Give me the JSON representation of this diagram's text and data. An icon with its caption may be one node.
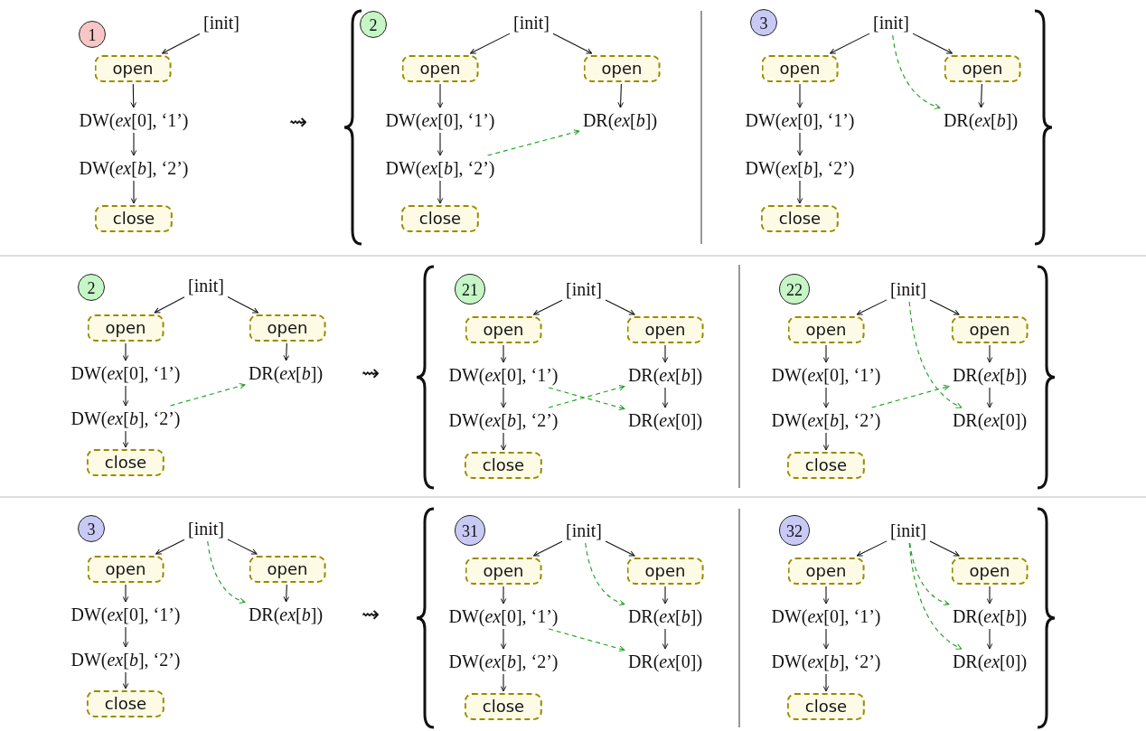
{
  "diagram": {
    "nodes": [
      {
        "text": [
          "1"
        ]
      },
      {
        "text": [
          "[init]"
        ]
      },
      {
        "text": [
          "open"
        ]
      },
      {
        "text": [
          "DW(*ex*[0], ‘1’)"
        ]
      },
      {
        "text": [
          "DW(*ex*[*b*], ‘2’)"
        ]
      },
      {
        "text": [
          "close"
        ]
      },
      {
        "text": [
          "2"
        ]
      },
      {
        "text": [
          "[init]"
        ]
      },
      {
        "text": [
          "open"
        ]
      },
      {
        "text": [
          "open"
        ]
      },
      {
        "text": [
          "DW(*ex*[0], ‘1’)"
        ]
      },
      {
        "text": [
          "DR(*ex*[*b*])"
        ]
      },
      {
        "text": [
          "DW(*ex*[*b*], ‘2’)"
        ]
      },
      {
        "text": [
          "close"
        ]
      },
      {
        "text": [
          "3"
        ]
      },
      {
        "text": [
          "[init]"
        ]
      },
      {
        "text": [
          "open"
        ]
      },
      {
        "text": [
          "open"
        ]
      },
      {
        "text": [
          "DW(*ex*[0], ‘1’)"
        ]
      },
      {
        "text": [
          "DR(*ex*[*b*])"
        ]
      },
      {
        "text": [
          "DW(*ex*[*b*], ‘2’)"
        ]
      },
      {
        "text": [
          "close"
        ]
      },
      {
        "text": [
          "2"
        ]
      },
      {
        "text": [
          "[init]"
        ]
      },
      {
        "text": [
          "open"
        ]
      },
      {
        "text": [
          "open"
        ]
      },
      {
        "text": [
          "DW(*ex*[0], ‘1’)"
        ]
      },
      {
        "text": [
          "DR(*ex*[*b*])"
        ]
      },
      {
        "text": [
          "DW(*ex*[*b*], ‘2’)"
        ]
      },
      {
        "text": [
          "close"
        ]
      },
      {
        "text": [
          "21"
        ]
      },
      {
        "text": [
          "[init]"
        ]
      },
      {
        "text": [
          "open"
        ]
      },
      {
        "text": [
          "open"
        ]
      },
      {
        "text": [
          "DW(*ex*[0], ‘1’)"
        ]
      },
      {
        "text": [
          "DR(*ex*[*b*])"
        ]
      },
      {
        "text": [
          "DW(*ex*[*b*], ‘2’)"
        ]
      },
      {
        "text": [
          "DR(*ex*[0])"
        ]
      },
      {
        "text": [
          "close"
        ]
      },
      {
        "text": [
          "22"
        ]
      },
      {
        "text": [
          "[init]"
        ]
      },
      {
        "text": [
          "open"
        ]
      },
      {
        "text": [
          "open"
        ]
      },
      {
        "text": [
          "DW(*ex*[0], ‘1’)"
        ]
      },
      {
        "text": [
          "DR(*ex*[*b*])"
        ]
      },
      {
        "text": [
          "DW(*ex*[*b*], ‘2’)"
        ]
      },
      {
        "text": [
          "DR(*ex*[0])"
        ]
      },
      {
        "text": [
          "close"
        ]
      },
      {
        "text": [
          "3"
        ]
      },
      {
        "text": [
          "[init]"
        ]
      },
      {
        "text": [
          "open"
        ]
      },
      {
        "text": [
          "open"
        ]
      },
      {
        "text": [
          "DW(*ex*[0], ‘1’)"
        ]
      },
      {
        "text": [
          "DR(*ex*[*b*])"
        ]
      },
      {
        "text": [
          "DW(*ex*[*b*], ‘2’)"
        ]
      },
      {
        "text": [
          "close"
        ]
      },
      {
        "text": [
          "31"
        ]
      },
      {
        "text": [
          "[init]"
        ]
      },
      {
        "text": [
          "open"
        ]
      },
      {
        "text": [
          "open"
        ]
      },
      {
        "text": [
          "DW(*ex*[0], ‘1’)"
        ]
      },
      {
        "text": [
          "DR(*ex*[*b*])"
        ]
      },
      {
        "text": [
          "DW(*ex*[*b*], ‘2’)"
        ]
      },
      {
        "text": [
          "DR(*ex*[0])"
        ]
      },
      {
        "text": [
          "close"
        ]
      },
      {
        "text": [
          "32"
        ]
      },
      {
        "text": [
          "[init]"
        ]
      },
      {
        "text": [
          "open"
        ]
      },
      {
        "text": [
          "open"
        ]
      },
      {
        "text": [
          "DW(*ex*[0], ‘1’)"
        ]
      },
      {
        "text": [
          "DR(*ex*[*b*])"
        ]
      },
      {
        "text": [
          "DW(*ex*[*b*], ‘2’)"
        ]
      },
      {
        "text": [
          "DR(*ex*[0])"
        ]
      },
      {
        "text": [
          "close"
        ]
      }
    ],
    "edges": [
      {
        "from": 1,
        "to": 2,
        "arrow": "to"
      },
      {
        "from": 2,
        "to": 3,
        "arrow": "to"
      },
      {
        "from": 3,
        "to": 4,
        "arrow": "to"
      },
      {
        "from": 4,
        "to": 5,
        "arrow": "to"
      },
      {
        "from": 7,
        "to": 8,
        "arrow": "to"
      },
      {
        "from": 7,
        "to": 9,
        "arrow": "to"
      },
      {
        "from": 8,
        "to": 10,
        "arrow": "to"
      },
      {
        "from": 9,
        "to": 11,
        "arrow": "to"
      },
      {
        "from": 10,
        "to": 12,
        "arrow": "to"
      },
      {
        "from": 12,
        "to": 13,
        "arrow": "to"
      },
      {
        "from": 12,
        "to": 11,
        "arrow": "to",
        "style": "dashed",
        "color": "#1a9e1a"
      },
      {
        "from": 15,
        "to": 16,
        "arrow": "to"
      },
      {
        "from": 15,
        "to": 17,
        "arrow": "to"
      },
      {
        "from": 16,
        "to": 18,
        "arrow": "to"
      },
      {
        "from": 17,
        "to": 19,
        "arrow": "to"
      },
      {
        "from": 18,
        "to": 20,
        "arrow": "to"
      },
      {
        "from": 20,
        "to": 21,
        "arrow": "to"
      },
      {
        "from": 15,
        "to": 19,
        "arrow": "to",
        "style": "dashed",
        "color": "#1a9e1a"
      },
      {
        "from": 23,
        "to": 24,
        "arrow": "to"
      },
      {
        "from": 23,
        "to": 25,
        "arrow": "to"
      },
      {
        "from": 24,
        "to": 26,
        "arrow": "to"
      },
      {
        "from": 25,
        "to": 27,
        "arrow": "to"
      },
      {
        "from": 26,
        "to": 28,
        "arrow": "to"
      },
      {
        "from": 28,
        "to": 29,
        "arrow": "to"
      },
      {
        "from": 28,
        "to": 27,
        "arrow": "to",
        "style": "dashed",
        "color": "#1a9e1a"
      },
      {
        "from": 31,
        "to": 32,
        "arrow": "to"
      },
      {
        "from": 31,
        "to": 33,
        "arrow": "to"
      },
      {
        "from": 32,
        "to": 34,
        "arrow": "to"
      },
      {
        "from": 33,
        "to": 35,
        "arrow": "to"
      },
      {
        "from": 34,
        "to": 36,
        "arrow": "to"
      },
      {
        "from": 35,
        "to": 37,
        "arrow": "to"
      },
      {
        "from": 36,
        "to": 38,
        "arrow": "to"
      },
      {
        "from": 36,
        "to": 35,
        "arrow": "to",
        "style": "dashed",
        "color": "#1a9e1a"
      },
      {
        "from": 34,
        "to": 37,
        "arrow": "to",
        "style": "dashed",
        "color": "#1a9e1a"
      },
      {
        "from": 40,
        "to": 41,
        "arrow": "to"
      },
      {
        "from": 40,
        "to": 42,
        "arrow": "to"
      },
      {
        "from": 41,
        "to": 43,
        "arrow": "to"
      },
      {
        "from": 42,
        "to": 44,
        "arrow": "to"
      },
      {
        "from": 43,
        "to": 45,
        "arrow": "to"
      },
      {
        "from": 44,
        "to": 46,
        "arrow": "to"
      },
      {
        "from": 45,
        "to": 47,
        "arrow": "to"
      },
      {
        "from": 45,
        "to": 44,
        "arrow": "to",
        "style": "dashed",
        "color": "#1a9e1a"
      },
      {
        "from": 40,
        "to": 46,
        "arrow": "to",
        "style": "dashed",
        "color": "#1a9e1a"
      },
      {
        "from": 49,
        "to": 50,
        "arrow": "to"
      },
      {
        "from": 49,
        "to": 51,
        "arrow": "to"
      },
      {
        "from": 50,
        "to": 52,
        "arrow": "to"
      },
      {
        "from": 51,
        "to": 53,
        "arrow": "to"
      },
      {
        "from": 52,
        "to": 54,
        "arrow": "to"
      },
      {
        "from": 54,
        "to": 55,
        "arrow": "to"
      },
      {
        "from": 49,
        "to": 53,
        "arrow": "to",
        "style": "dashed",
        "color": "#1a9e1a"
      },
      {
        "from": 57,
        "to": 58,
        "arrow": "to"
      },
      {
        "from": 57,
        "to": 59,
        "arrow": "to"
      },
      {
        "from": 58,
        "to": 60,
        "arrow": "to"
      },
      {
        "from": 59,
        "to": 61,
        "arrow": "to"
      },
      {
        "from": 60,
        "to": 62,
        "arrow": "to"
      },
      {
        "from": 61,
        "to": 63,
        "arrow": "to"
      },
      {
        "from": 62,
        "to": 64,
        "arrow": "to"
      },
      {
        "from": 57,
        "to": 61,
        "arrow": "to",
        "style": "dashed",
        "color": "#1a9e1a"
      },
      {
        "from": 60,
        "to": 63,
        "arrow": "to",
        "style": "dashed",
        "color": "#1a9e1a"
      },
      {
        "from": 66,
        "to": 67,
        "arrow": "to"
      },
      {
        "from": 66,
        "to": 68,
        "arrow": "to"
      },
      {
        "from": 67,
        "to": 69,
        "arrow": "to"
      },
      {
        "from": 68,
        "to": 70,
        "arrow": "to"
      },
      {
        "from": 69,
        "to": 71,
        "arrow": "to"
      },
      {
        "from": 70,
        "to": 72,
        "arrow": "to"
      },
      {
        "from": 71,
        "to": 73,
        "arrow": "to"
      },
      {
        "from": 66,
        "to": 70,
        "arrow": "to",
        "style": "dashed",
        "color": "#1a9e1a"
      },
      {
        "from": 66,
        "to": 72,
        "arrow": "to",
        "style": "dashed",
        "color": "#1a9e1a"
      }
    ],
    "labels": [
      "⇝",
      "⇝",
      "⇝"
    ]
  }
}
